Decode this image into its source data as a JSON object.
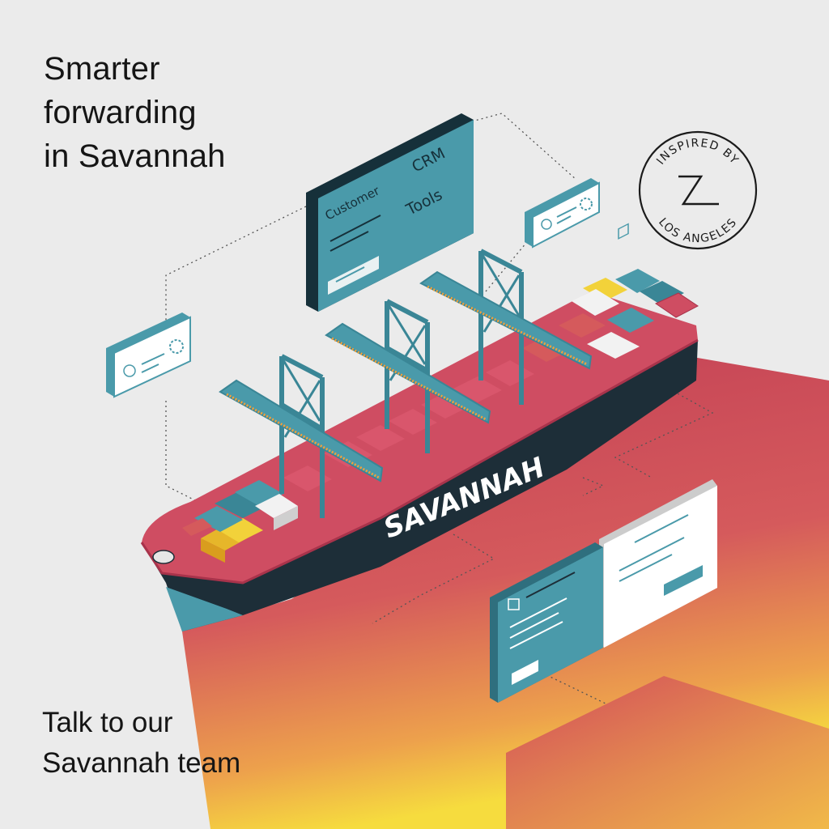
{
  "headline": {
    "line1": "Smarter",
    "line2": "forwarding",
    "line3": "in Savannah"
  },
  "cta": {
    "line1": "Talk to our",
    "line2": "Savannah team"
  },
  "ship": {
    "name": "SAVANNAH"
  },
  "crm_screen": {
    "label_left": "Customer",
    "label_right_1": "CRM",
    "label_right_2": "Tools"
  },
  "badge": {
    "text_top": "INSPIRED BY",
    "text_bottom": "LOS ANGELES"
  },
  "colors": {
    "background": "#ebebeb",
    "teal": "#4a9aaa",
    "hull_dark": "#1d2e38",
    "deck_red": "#cf4d62",
    "sea_red": "#c24256",
    "accent_yellow": "#f2d23a"
  }
}
